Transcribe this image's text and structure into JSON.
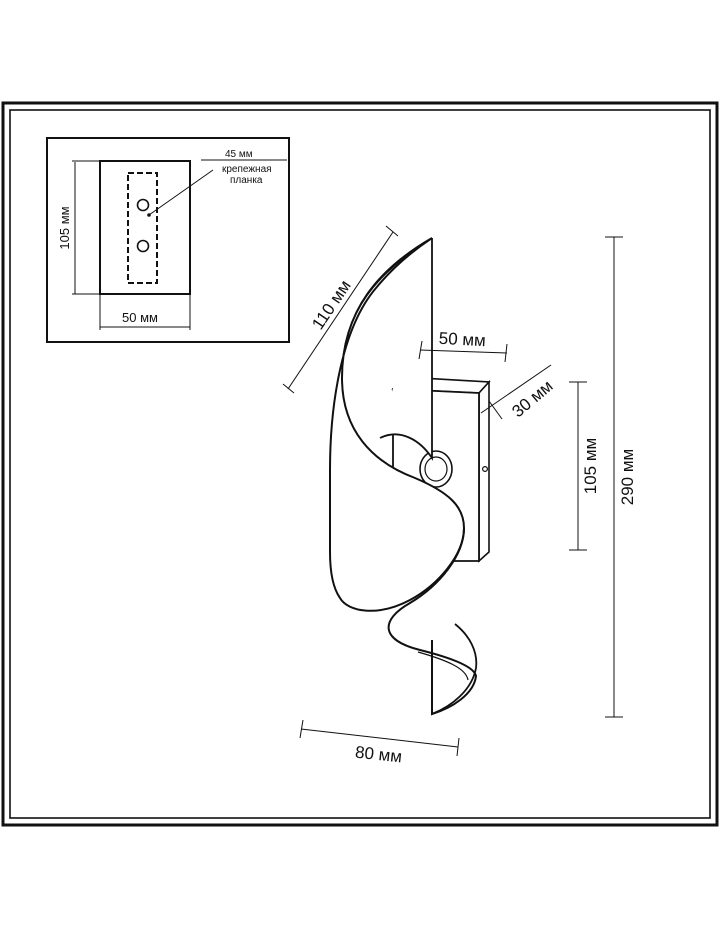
{
  "inset": {
    "height_label": "105 мм",
    "width_label": "50 мм",
    "plate_depth_label": "45 мм",
    "plate_label_line1": "крепежная",
    "plate_label_line2": "планка"
  },
  "main": {
    "diag_label": "110 мм",
    "box_width_label": "50 мм",
    "box_depth_label": "30 мм",
    "box_height_label": "105 мм",
    "total_height_label": "290 мм",
    "total_width_label": "80 мм"
  },
  "colors": {
    "ink": "#111111",
    "paper": "#ffffff"
  }
}
